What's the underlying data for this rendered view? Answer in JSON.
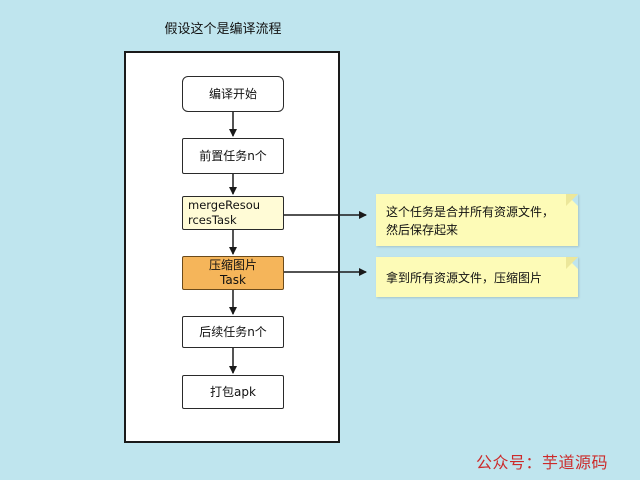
{
  "title": "假设这个是编译流程",
  "nodes": {
    "start": "编译开始",
    "pre_tasks": "前置任务n个",
    "merge_line1": "mergeResou",
    "merge_line2": "rcesTask",
    "compress_line1": "压缩图片",
    "compress_line2": "Task",
    "post_tasks": "后续任务n个",
    "package": "打包apk"
  },
  "notes": {
    "merge_note_line1": "这个任务是合并所有资源文件，",
    "merge_note_line2": "然后保存起来",
    "compress_note": "拿到所有资源文件，压缩图片"
  },
  "watermark": "公众号：芋道源码",
  "colors": {
    "background": "#bfe5ee",
    "merge_fill": "#fffbd6",
    "compress_fill": "#f5b55a",
    "note_fill": "#fdfbb7",
    "watermark": "#cc2b2b"
  }
}
